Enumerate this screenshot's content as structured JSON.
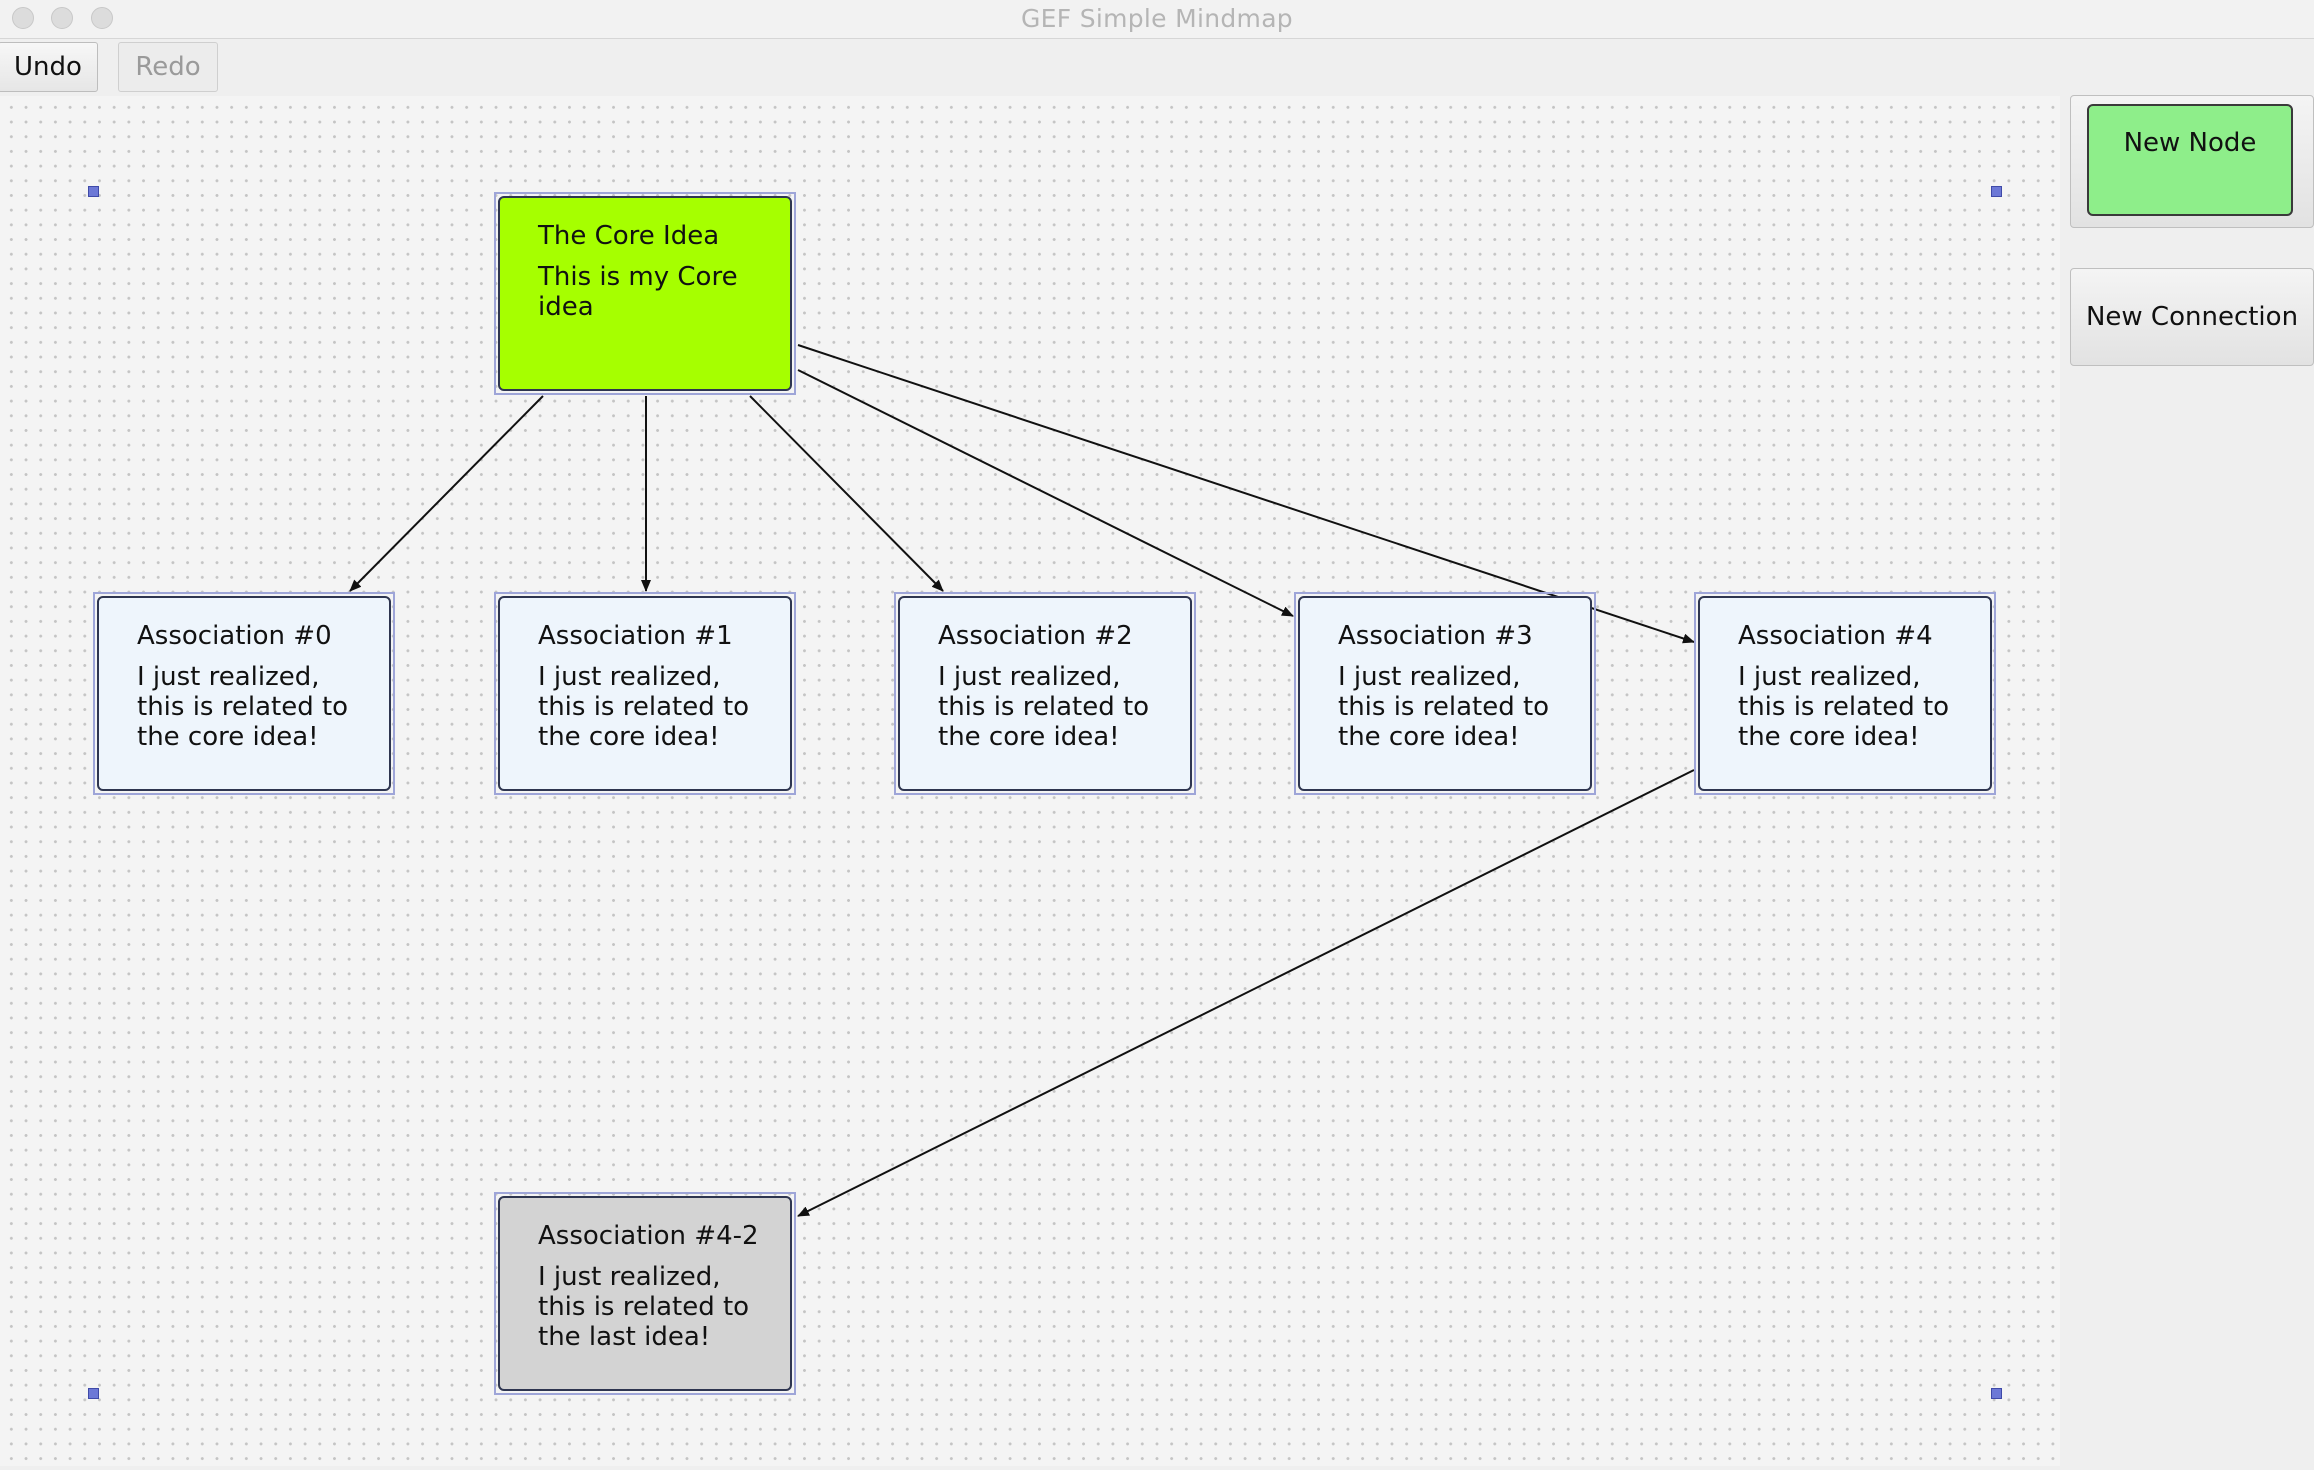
{
  "window": {
    "title": "GEF Simple Mindmap"
  },
  "toolbar": {
    "undo_label": "Undo",
    "redo_label": "Redo"
  },
  "palette": {
    "new_node_label": "New Node",
    "new_connection_label": "New Connection",
    "new_node_color": "#8eee8a"
  },
  "colors": {
    "core_node": "#a6ff00",
    "association_node": "#eef5fc",
    "selected_node": "#d3d3d3",
    "selection_handle": "#6c78d6"
  },
  "nodes": [
    {
      "id": "core",
      "title": "The Core Idea",
      "description": "This is my Core\nidea"
    },
    {
      "id": "assoc-0",
      "title": "Association #0",
      "description": "I just realized,\nthis is related to\nthe core idea!"
    },
    {
      "id": "assoc-1",
      "title": "Association #1",
      "description": "I just realized,\nthis is related to\nthe core idea!"
    },
    {
      "id": "assoc-2",
      "title": "Association #2",
      "description": "I just realized,\nthis is related to\nthe core idea!"
    },
    {
      "id": "assoc-3",
      "title": "Association #3",
      "description": "I just realized,\nthis is related to\nthe core idea!"
    },
    {
      "id": "assoc-4",
      "title": "Association #4",
      "description": "I just realized,\nthis is related to\nthe core idea!"
    },
    {
      "id": "assoc-4-2",
      "title": "Association #4-2",
      "description": "I just realized,\nthis is related to\nthe last idea!"
    }
  ],
  "connections": [
    {
      "from": "The Core Idea",
      "to": "Association #0"
    },
    {
      "from": "The Core Idea",
      "to": "Association #1"
    },
    {
      "from": "The Core Idea",
      "to": "Association #2"
    },
    {
      "from": "The Core Idea",
      "to": "Association #3"
    },
    {
      "from": "The Core Idea",
      "to": "Association #4"
    },
    {
      "from": "Association #4",
      "to": "Association #4-2"
    }
  ]
}
